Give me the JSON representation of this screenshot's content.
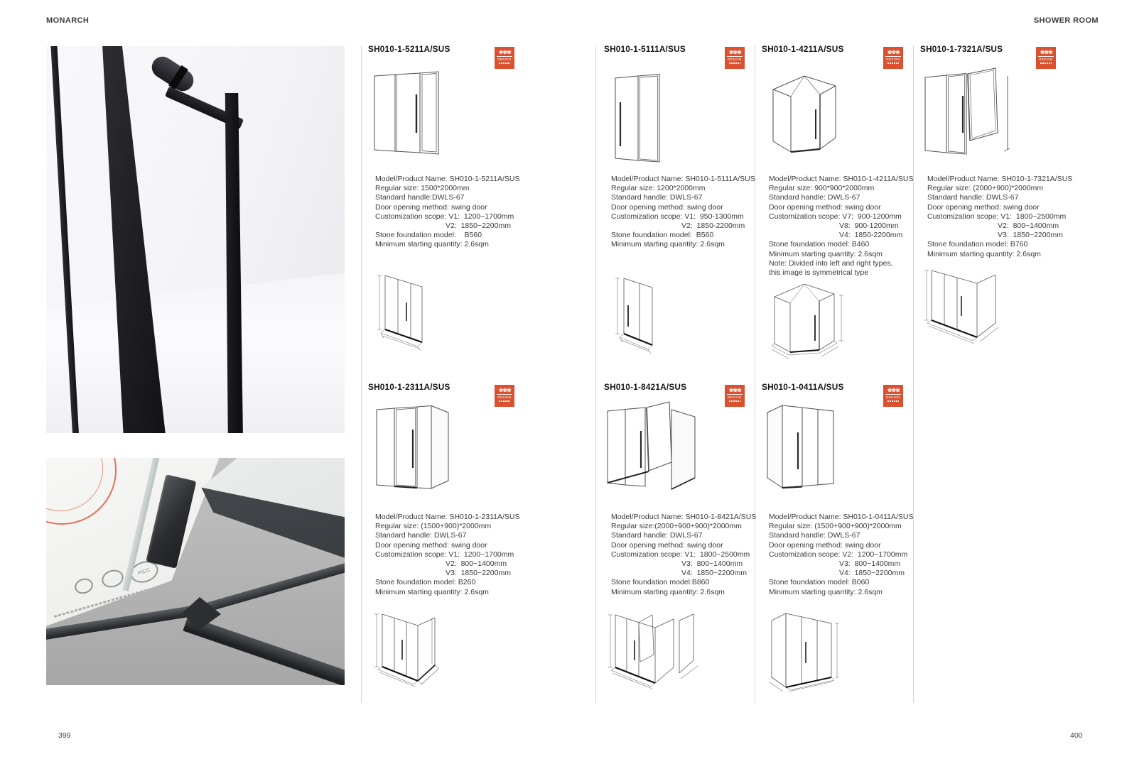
{
  "page": {
    "brand": "MONARCH",
    "section": "SHOWER ROOM",
    "page_left": "399",
    "page_right": "400"
  },
  "badge": {
    "crowns": "♚♚♚",
    "label": "DESIGN",
    "color": "#d9512e"
  },
  "photos": {
    "picc_label": "PICC"
  },
  "spec_labels": {
    "model": "Model/Product Name:",
    "size": "Regular size:",
    "handle": "Standard handle:",
    "door": "Door opening method:",
    "scope": "Customization scope:",
    "stone": "Stone foundation model:",
    "moq": "Minimum starting quantity:"
  },
  "products": [
    {
      "title": "SH010-1-5211A/SUS",
      "model": "SH010-1-5211A/SUS",
      "size": "1500*2000mm",
      "handle": "DWLS-67",
      "door": "swing door",
      "scope": [
        "V1:  1200~1700mm",
        "V2:  1850~2200mm"
      ],
      "stone": "B560",
      "moq": "2.6sqm"
    },
    {
      "title": "SH010-1-5111A/SUS",
      "model": "SH010-1-5111A/SUS",
      "size": "1200*2000mm",
      "handle": "DWLS-67",
      "door": "swing door",
      "scope": [
        "V1:  950-1300mm",
        "V2:  1850-2200mm"
      ],
      "stone": "B560",
      "moq": "2.6sqm"
    },
    {
      "title": "SH010-1-4211A/SUS",
      "model": "SH010-1-4211A/SUS",
      "size": "900*900*2000mm",
      "handle": "DWLS-67",
      "door": "swing door",
      "scope": [
        "V7:  900-1200mm",
        "V8:  900-1200mm",
        "V4:  1850-2200mm"
      ],
      "stone": "B460",
      "moq": "2.6sqm",
      "note": [
        "Note: Divided into left and right types,",
        "this image is symmetrical type"
      ]
    },
    {
      "title": "SH010-1-7321A/SUS",
      "model": "SH010-1-7321A/SUS",
      "size": "(2000+900)*2000mm",
      "handle": "DWLS-67",
      "door": "swing door",
      "scope": [
        "V1:  1800~2500mm",
        "V2:  800~1400mm",
        "V3:  1850~2200mm"
      ],
      "stone": "B760",
      "moq": "2.6sqm"
    },
    {
      "title": "SH010-1-2311A/SUS",
      "model": "SH010-1-2311A/SUS",
      "size": "(1500+900)*2000mm",
      "handle": "DWLS-67",
      "door": "swing door",
      "scope": [
        "V1:  1200~1700mm",
        "V2:  800~1400mm",
        "V3:  1850~2200mm"
      ],
      "stone": "B260",
      "moq": "2.6sqm"
    },
    {
      "title": "SH010-1-8421A/SUS",
      "model": "SH010-1-8421A/SUS",
      "size": "(2000+900+900)*2000mm",
      "handle": "DWLS-67",
      "door": "swing door",
      "scope": [
        "V1:  1800~2500mm",
        "V3:  800~1400mm",
        "V4:  1850~2200mm"
      ],
      "stone": "B860",
      "moq": "2.6sqm"
    },
    {
      "title": "SH010-1-0411A/SUS",
      "model": "SH010-1-0411A/SUS",
      "size": "(1500+900+900)*2000mm",
      "handle": "DWLS-67",
      "door": "swing door",
      "scope": [
        "V2:  1200~1700mm",
        "V3:  800~1400mm",
        "V4:  1850~2200mm"
      ],
      "stone": "B060",
      "moq": "2.6sqm"
    }
  ]
}
